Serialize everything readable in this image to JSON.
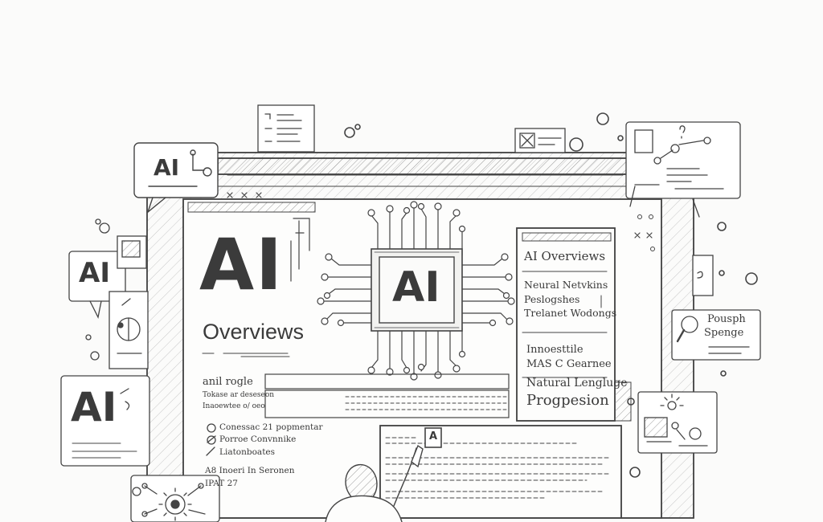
{
  "hero": {
    "big_label": "AI",
    "subtitle": "Overviews"
  },
  "chip": {
    "label": "AI"
  },
  "badges": {
    "top_left": "AI",
    "mid_left": "AI",
    "low_left": "AI",
    "bottom_doc": "A"
  },
  "right_panel": {
    "title": "AI Overviews",
    "items": [
      "Neural Netvkins",
      "Peslogshes",
      "Trelanet Wodongs"
    ],
    "items2": [
      "Innoesttile",
      "MAS C Gearnee"
    ],
    "footer1": "Natural Lengluge",
    "footer2": "Progpesion"
  },
  "search_card": {
    "line1": "Pousph",
    "line2": "Spenge"
  },
  "form": {
    "label": "anil rogle",
    "sub1": "Tokase ar deseseon",
    "sub2": "Inaoewtee o/ oeo"
  },
  "checklist": [
    "Conessac 21 popmentar",
    "Porroe Convnnike",
    "Liatonboates"
  ],
  "footer_notes": [
    "A8 Inoeri In Seronen",
    "IPAT 27"
  ]
}
